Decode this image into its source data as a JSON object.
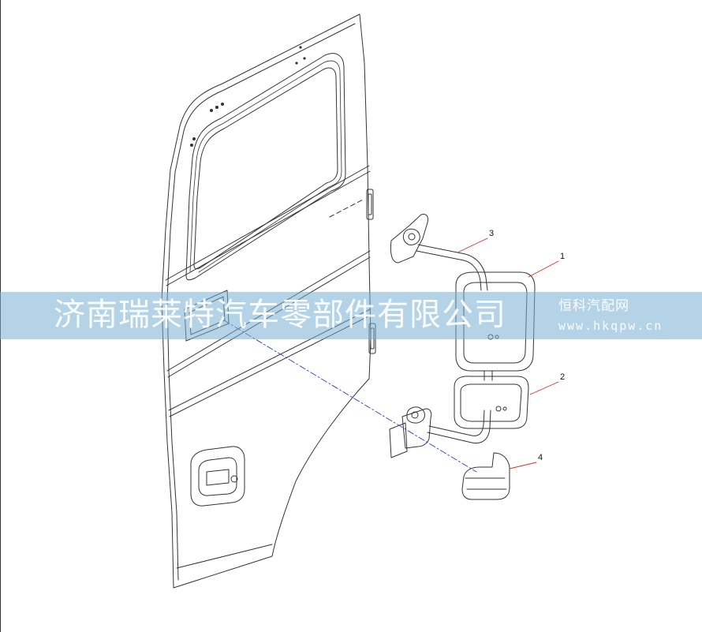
{
  "callouts": {
    "part_1": "1",
    "part_2": "2",
    "part_3": "3",
    "part_4": "4"
  },
  "watermark": {
    "company": "济南瑞莱特汽车零部件有限公司",
    "brand": "恒科汽配网",
    "url": "www.hkqpw.cn",
    "band_color": "#78afd2"
  },
  "colors": {
    "line": "#333333",
    "leader": "#d03030",
    "dash": "#2a3fbf"
  }
}
